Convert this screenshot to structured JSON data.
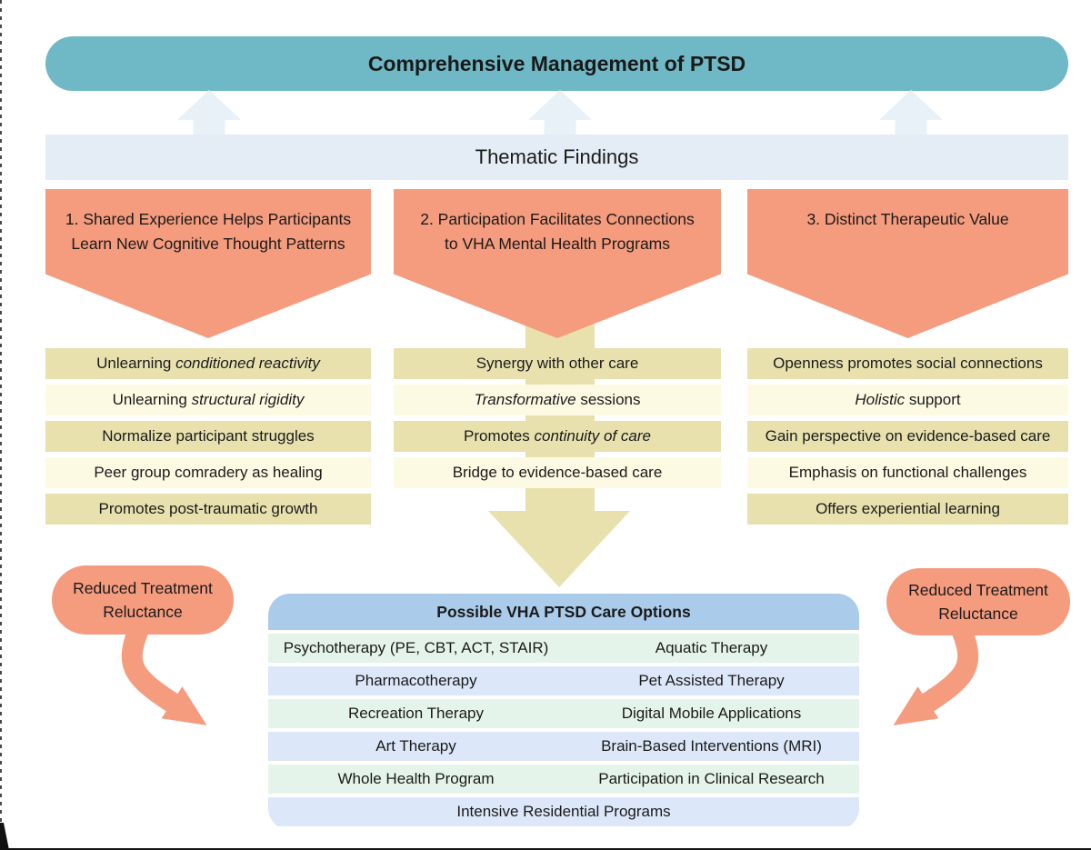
{
  "banner": {
    "title": "Comprehensive Management of PTSD"
  },
  "thematic_band": {
    "label": "Thematic Findings"
  },
  "colors": {
    "teal_banner": "#6fb8c5",
    "pale_blue_arrow": "#e8f1f8",
    "pale_blue_band": "#e4edf5",
    "salmon": "#f59b7e",
    "tan_dark": "#e8e1ae",
    "cream_light": "#fdfae3",
    "care_header_blue": "#abcbea",
    "care_row_green": "#e5f4ea",
    "care_row_blue": "#dce7f9"
  },
  "themes": [
    {
      "title": "1. Shared Experience Helps Participants\nLearn New Cognitive Thought Patterns",
      "items": [
        {
          "segments": [
            {
              "text": "Unlearning ",
              "italic": false
            },
            {
              "text": "conditioned reactivity",
              "italic": true
            }
          ]
        },
        {
          "segments": [
            {
              "text": "Unlearning ",
              "italic": false
            },
            {
              "text": "structural rigidity",
              "italic": true
            }
          ]
        },
        {
          "segments": [
            {
              "text": "Normalize participant struggles",
              "italic": false
            }
          ]
        },
        {
          "segments": [
            {
              "text": "Peer group comradery as healing",
              "italic": false
            }
          ]
        },
        {
          "segments": [
            {
              "text": "Promotes post-traumatic growth",
              "italic": false
            }
          ]
        }
      ]
    },
    {
      "title": "2. Participation Facilitates Connections\nto VHA Mental Health Programs",
      "items": [
        {
          "segments": [
            {
              "text": "Synergy with other care",
              "italic": false
            }
          ]
        },
        {
          "segments": [
            {
              "text": "Transformative",
              "italic": true
            },
            {
              "text": " sessions",
              "italic": false
            }
          ]
        },
        {
          "segments": [
            {
              "text": "Promotes ",
              "italic": false
            },
            {
              "text": "continuity of care",
              "italic": true
            }
          ]
        },
        {
          "segments": [
            {
              "text": "Bridge to evidence-based care",
              "italic": false
            }
          ]
        }
      ]
    },
    {
      "title": "3. Distinct Therapeutic Value",
      "items": [
        {
          "segments": [
            {
              "text": "Openness promotes social connections",
              "italic": false
            }
          ]
        },
        {
          "segments": [
            {
              "text": "Holistic",
              "italic": true
            },
            {
              "text": " support",
              "italic": false
            }
          ]
        },
        {
          "segments": [
            {
              "text": "Gain perspective on evidence-based care",
              "italic": false
            }
          ]
        },
        {
          "segments": [
            {
              "text": "Emphasis on functional challenges",
              "italic": false
            }
          ]
        },
        {
          "segments": [
            {
              "text": "Offers experiential learning",
              "italic": false
            }
          ]
        }
      ]
    }
  ],
  "reduced_reluctance": {
    "left": "Reduced Treatment\nReluctance",
    "right": "Reduced Treatment\nReluctance"
  },
  "care_options": {
    "title": "Possible VHA PTSD Care Options",
    "rows": [
      {
        "cells": [
          "Psychotherapy (PE, CBT, ACT, STAIR)",
          "Aquatic Therapy"
        ]
      },
      {
        "cells": [
          "Pharmacotherapy",
          "Pet Assisted Therapy"
        ]
      },
      {
        "cells": [
          "Recreation Therapy",
          "Digital Mobile Applications"
        ]
      },
      {
        "cells": [
          "Art Therapy",
          "Brain-Based Interventions (MRI)"
        ]
      },
      {
        "cells": [
          "Whole Health Program",
          "Participation in Clinical Research"
        ]
      },
      {
        "cells": [
          "Intensive Residential Programs"
        ]
      }
    ]
  }
}
